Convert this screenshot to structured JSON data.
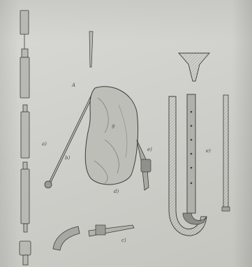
{
  "figure": {
    "labels": {
      "a_chanter": "a)",
      "b_blowpipe": "b)",
      "c_mouthpiece": "c)",
      "d_bag": "d)",
      "e_drone_left": "e)",
      "e_drone_right": "e)",
      "g_bag_mark": "g",
      "A_mark": "A"
    }
  },
  "colors": {
    "paper": "#d3d4cf",
    "ink": "#3c3c38",
    "shade": "#7a7a74"
  }
}
